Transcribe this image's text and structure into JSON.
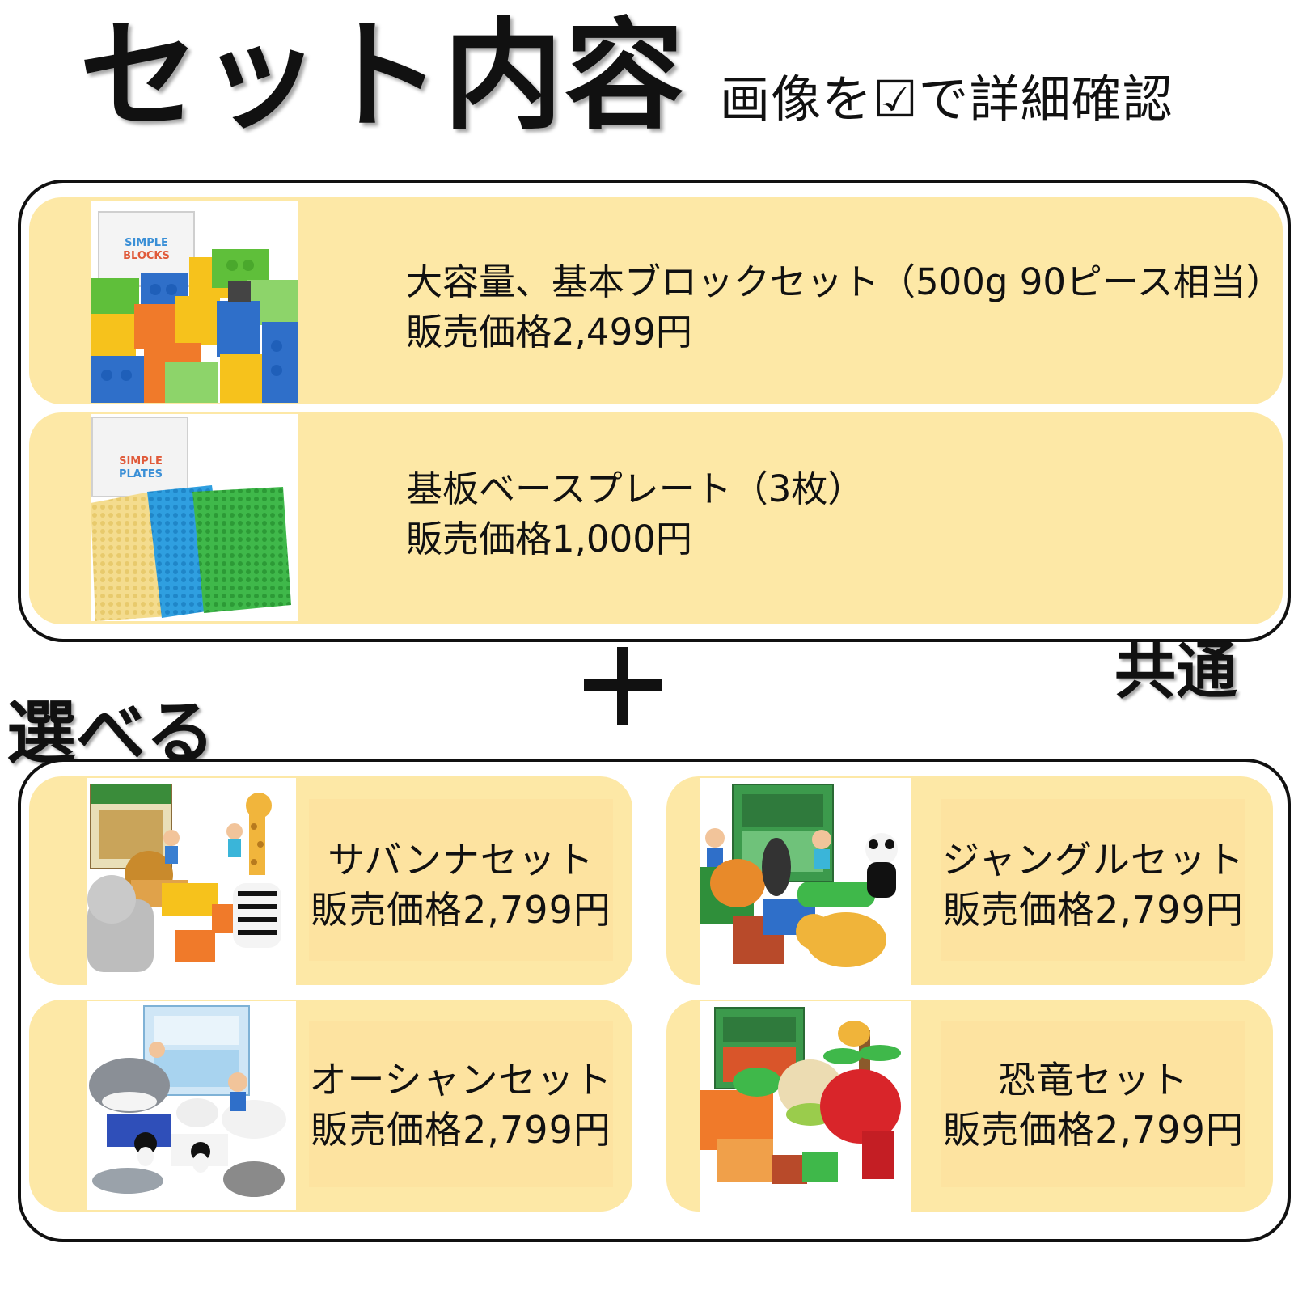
{
  "header": {
    "title": "セット内容",
    "subtitle": "画像を☑で詳細確認"
  },
  "common": {
    "label": "共通",
    "items": [
      {
        "name": "大容量、基本ブロックセット（500g 90ピース相当）",
        "price": "販売価格2,499円",
        "box_text": "SIMPLE BLOCKS"
      },
      {
        "name": "基板ベースプレート（3枚）",
        "price": "販売価格1,000円",
        "box_text": "SIMPLE PLATES"
      }
    ]
  },
  "plus_symbol": "+",
  "selectable": {
    "label": "選べる",
    "items": [
      {
        "name": "サバンナセット",
        "price": "販売価格2,799円"
      },
      {
        "name": "ジャングルセット",
        "price": "販売価格2,799円"
      },
      {
        "name": "オーシャンセット",
        "price": "販売価格2,799円"
      },
      {
        "name": "恐竜セット",
        "price": "販売価格2,799円"
      }
    ]
  },
  "colors": {
    "card": "#fde8a6",
    "frame": "#111111",
    "brick_blue": "#2f6fc9",
    "brick_yellow": "#f6c21c",
    "brick_green": "#5fbf3a",
    "brick_orange": "#f07a2a"
  }
}
